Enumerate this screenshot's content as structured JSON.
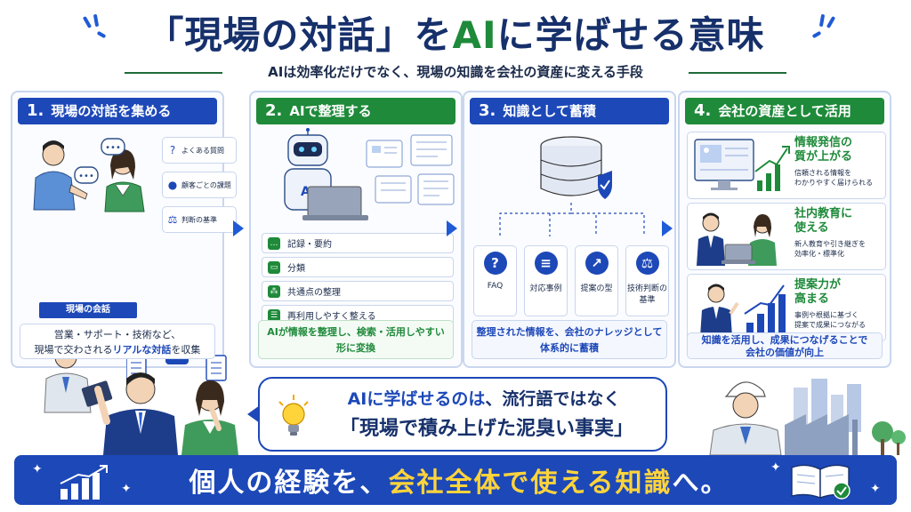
{
  "title": {
    "open_bracket": "「",
    "part1": "現場の対話",
    "close_bracket": "」",
    "part2": "を",
    "highlight": "AI",
    "part3": "に学ばせる意味"
  },
  "subtitle": "AIは効率化だけでなく、現場の知識を会社の資産に変える手段",
  "steps": [
    {
      "number": "1.",
      "title": "現場の対話を集める",
      "topics": [
        "よくある質問",
        "顧客ごとの課題",
        "判断の基準"
      ],
      "scene_label": "現場の会話",
      "foot_line1": "営業・サポート・技術など、",
      "foot_line2_pre": "現場で交わされる",
      "foot_line2_hl": "リアルな対話",
      "foot_line2_post": "を収集"
    },
    {
      "number": "2.",
      "title": "AIで整理する",
      "robot_label": "AI",
      "tasks": [
        "記録・要約",
        "分類",
        "共通点の整理",
        "再利用しやすく整える"
      ],
      "foot_line1": "AIが情報を整理し、検索・活用しやすい",
      "foot_line2": "形に変換"
    },
    {
      "number": "3.",
      "title": "知識として蓄積",
      "knowledge": [
        {
          "icon": "?",
          "label": "FAQ"
        },
        {
          "icon": "≡",
          "label": "対応事例"
        },
        {
          "icon": "↗",
          "label": "提案の型"
        },
        {
          "icon": "⚖",
          "label": "技術判断の基準"
        }
      ],
      "foot_line1": "整理された情報を、会社のナレッジとして",
      "foot_line2": "体系的に蓄積"
    },
    {
      "number": "4.",
      "title": "会社の資産として活用",
      "assets": [
        {
          "head1": "情報発信の",
          "head2": "質が上がる",
          "desc1": "信頼される情報を",
          "desc2": "わかりやすく届けられる"
        },
        {
          "head1": "社内教育に",
          "head2": "使える",
          "desc1": "新人教育や引き継ぎを",
          "desc2": "効率化・標準化"
        },
        {
          "head1": "提案力が",
          "head2": "高まる",
          "desc1": "事例や根拠に基づく",
          "desc2": "提案で成果につながる"
        }
      ],
      "foot_line1": "知識を活用し、成果につなげることで",
      "foot_line2": "会社の価値が向上"
    }
  ],
  "bubble": {
    "line1_hl": "AIに学ばせるのは",
    "line1_rest": "、流行語ではなく",
    "line2": "「現場で積み上げた泥臭い事実」"
  },
  "banner": {
    "part1": "個人の経験を、",
    "highlight": "会社全体で使える知識",
    "part2": "へ。"
  },
  "colors": {
    "navy": "#16306b",
    "blue": "#1d48b8",
    "green": "#1e8a3a",
    "yellow": "#ffd43b"
  }
}
